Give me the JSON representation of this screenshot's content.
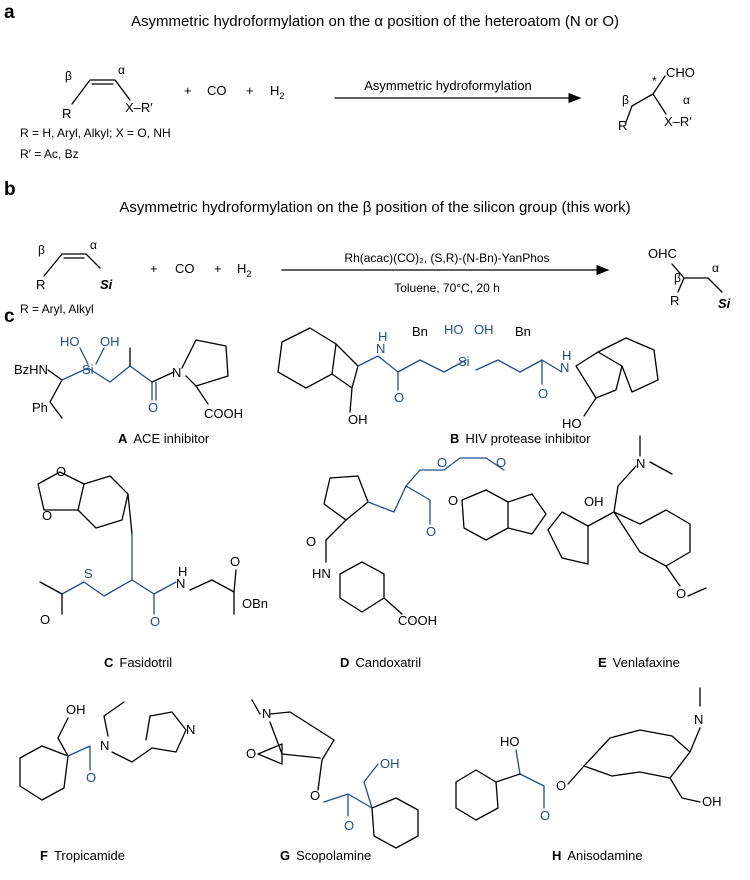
{
  "panels": {
    "a": {
      "letter": "a",
      "title": "Asymmetric hydroformylation on the α position of the heteroatom (N or O)",
      "beta": "β",
      "alpha": "α",
      "R": "R",
      "XR": "X–R′",
      "plus": "+",
      "CO": "CO",
      "H": "H",
      "two": "2",
      "arrow_label": "Asymmetric hydroformylation",
      "cond1": "R = H, Aryl, Alkyl; X = O, NH",
      "cond2": "R′ = Ac, Bz",
      "product_CHO": "CHO",
      "star": "*"
    },
    "b": {
      "letter": "b",
      "title": "Asymmetric hydroformylation on the β position of  the silicon group (this work)",
      "Si": "Si",
      "cond": "R = Aryl, Alkyl",
      "arrow_top": "Rh(acac)(CO)₂, (S,R)-(N-Bn)-YanPhos",
      "arrow_bottom": "Toluene, 70°C, 20 h",
      "OHC": "OHC"
    },
    "c": {
      "letter": "c",
      "compounds": [
        {
          "letter": "A",
          "name": "ACE inhibitor"
        },
        {
          "letter": "B",
          "name": "HIV protease inhibitor"
        },
        {
          "letter": "C",
          "name": "Fasidotril"
        },
        {
          "letter": "D",
          "name": "Candoxatril"
        },
        {
          "letter": "E",
          "name": "Venlafaxine"
        },
        {
          "letter": "F",
          "name": "Tropicamide"
        },
        {
          "letter": "G",
          "name": "Scopolamine"
        },
        {
          "letter": "H",
          "name": "Anisodamine"
        }
      ],
      "atoms": {
        "BzHN": "BzHN",
        "HO": "HO",
        "OH": "OH",
        "Si": "Si",
        "N": "N",
        "O": "O",
        "COOH": "COOH",
        "Ph": "Ph",
        "Bn": "Bn",
        "H": "H",
        "S": "S",
        "OBn": "OBn",
        "HN": "HN"
      }
    }
  },
  "colors": {
    "accent": "#1f4e8c",
    "ink": "#000000"
  }
}
